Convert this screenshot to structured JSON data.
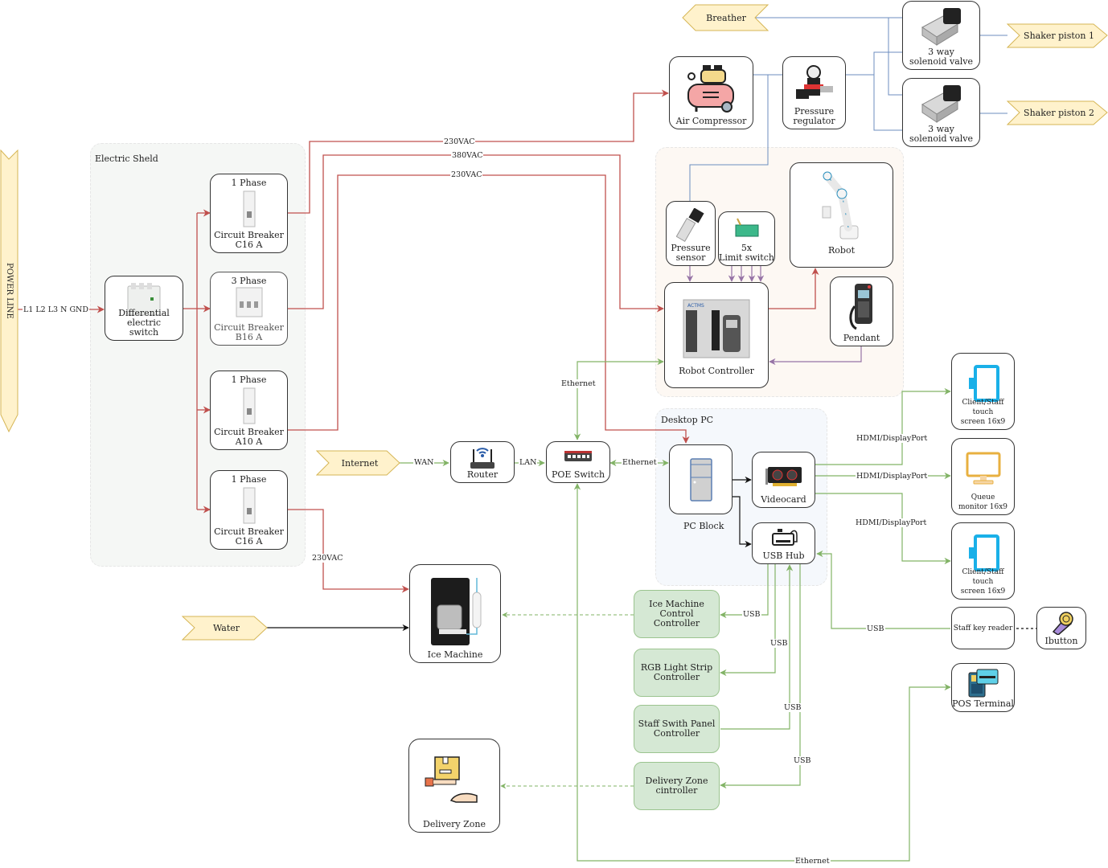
{
  "colors": {
    "power": "#c0504d",
    "network": "#82b366",
    "pneumatic": "#6c8ebf",
    "signal": "#9673a6",
    "internal": "#111111",
    "tag_fill": "#fff2cc",
    "tag_stroke": "#d6b656",
    "controller_fill": "#d5e8d4"
  },
  "tags": {
    "power_line": "POWER LINE",
    "internet": "Internet",
    "water": "Water",
    "breather": "Breather",
    "shaker1": "Shaker piston 1",
    "shaker2": "Shaker piston 2"
  },
  "groups": {
    "electric_shield": "Electric Sheld",
    "desktop_pc": "Desktop PC"
  },
  "nodes": {
    "diff_switch": "Differential electric switch",
    "cb1": {
      "phase": "1 Phase",
      "name": "Circuit Breaker",
      "rating": "C16 A"
    },
    "cb2": {
      "phase": "3 Phase",
      "name": "Circuit Breaker",
      "rating": "B16 A"
    },
    "cb3": {
      "phase": "1 Phase",
      "name": "Circuit Breaker",
      "rating": "A10 A"
    },
    "cb4": {
      "phase": "1 Phase",
      "name": "Circuit Breaker",
      "rating": "C16 A"
    },
    "air_compressor": "Air Compressor",
    "pressure_regulator": [
      "Pressure",
      "regulator"
    ],
    "valve1": [
      "3 way",
      "solenoid  valve"
    ],
    "valve2": [
      "3 way",
      "solenoid  valve"
    ],
    "pressure_sensor": [
      "Pressure",
      "sensor"
    ],
    "limit_switch": [
      "5x",
      "Limit switch"
    ],
    "robot": "Robot",
    "robot_controller": "Robot Controller",
    "pendant": "Pendant",
    "router": "Router",
    "poe_switch": "POE Switch",
    "pc_block": "PC Block",
    "videocard": "Videocard",
    "usb_hub": "USB Hub",
    "touch1": [
      "Client/Staff touch",
      "screen 16x9"
    ],
    "queue_monitor": [
      "Queue",
      "monitor 16x9"
    ],
    "touch2": [
      "Client/Staff touch",
      "screen 16x9"
    ],
    "staff_key_reader": "Staff key reader",
    "ibutton": "Ibutton",
    "pos_terminal": "POS Terminal",
    "ice_machine": "Ice Machine",
    "delivery_zone": "Delivery Zone",
    "ice_ctrl": [
      "Ice Machine Control",
      "Controller"
    ],
    "rgb_ctrl": [
      "RGB Light Strip",
      "Controller"
    ],
    "staff_panel_ctrl": [
      "Staff Swith Panel",
      "Controller"
    ],
    "delivery_ctrl": [
      "Delivery Zone",
      "cintroller"
    ]
  },
  "wire_labels": {
    "mains": "L1 L2 L3 N GND",
    "v230_a": "230VAC",
    "v380": "380VAC",
    "v230_b": "230VAC",
    "v230_c": "230VAC",
    "wan": "WAN",
    "lan": "LAN",
    "eth_rc": "Ethernet",
    "eth_pc": "Ethernet",
    "eth_pos": "Ethernet",
    "hdmi1": "HDMI/DisplayPort",
    "hdmi2": "HDMI/DisplayPort",
    "hdmi3": "HDMI/DisplayPort",
    "usb_ice": "USB",
    "usb_rgb": "USB",
    "usb_panel": "USB",
    "usb_delivery": "USB",
    "usb_key": "USB"
  }
}
